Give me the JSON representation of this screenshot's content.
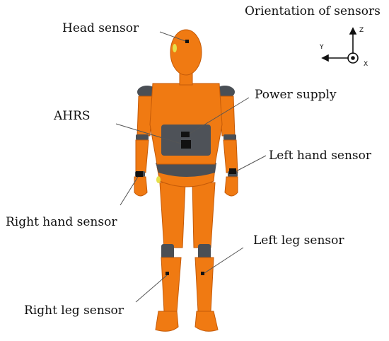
{
  "labels": {
    "orientation_title": "Orientation of sensors",
    "head_sensor": "Head sensor",
    "power_supply": "Power supply",
    "ahrs": "AHRS",
    "left_hand_sensor": "Left hand sensor",
    "right_hand_sensor": "Right hand sensor",
    "left_leg_sensor": "Left leg sensor",
    "right_leg_sensor": "Right leg sensor"
  },
  "axes": {
    "z": "Z",
    "y": "Y",
    "x": "X"
  },
  "colors": {
    "body": "#f07a12",
    "body_shadow": "#c45a08",
    "joint": "#4a4f55",
    "belt": "#4e5258",
    "sensor_yellow": "#e6e04a",
    "sensor_black": "#111111",
    "leader": "#555555"
  }
}
